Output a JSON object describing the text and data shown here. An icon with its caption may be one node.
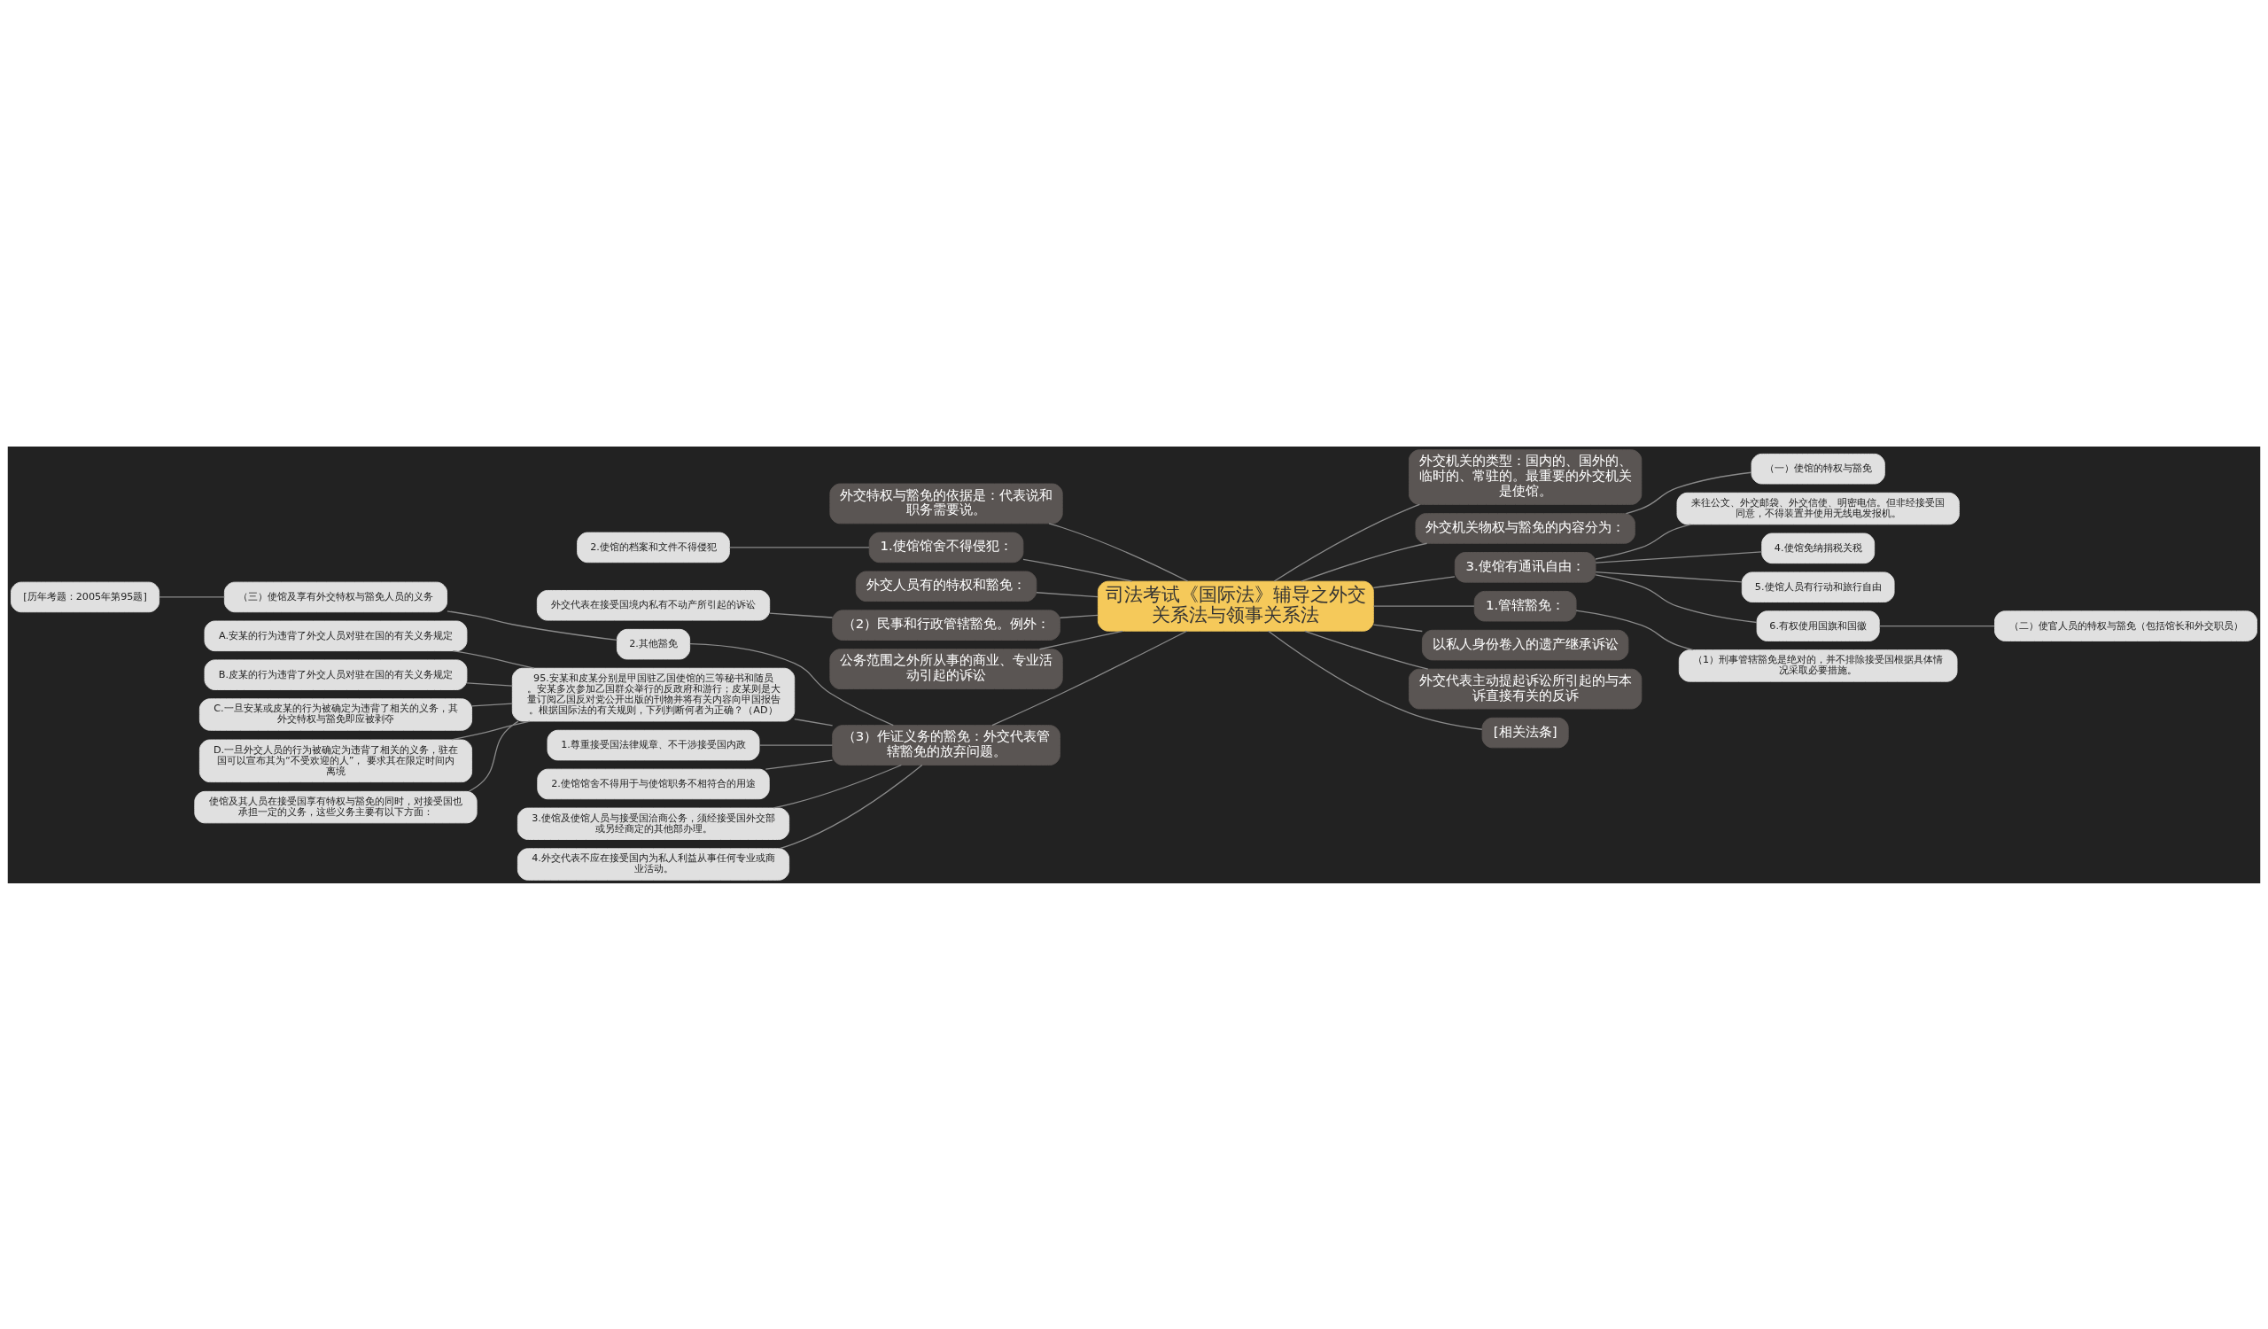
{
  "diagram": {
    "nodes": [
      {
        "text": [
          "司法考试《国际法》辅导之外交关系法与领事关系法"
        ]
      },
      {
        "text": [
          "外交特权与豁免的依据是：代表说和职务需要说。"
        ]
      },
      {
        "text": [
          "1.使馆馆舍不得侵犯："
        ]
      },
      {
        "text": [
          "2.使馆的档案和文件不得侵犯"
        ]
      },
      {
        "text": [
          "外交人员有的特权和豁免："
        ]
      },
      {
        "text": [
          "（2）民事和行政管辖豁免。例外："
        ]
      },
      {
        "text": [
          "外交代表在接受国境内私有不动产所引起的诉讼"
        ]
      },
      {
        "text": [
          "公务范围之外所从事的商业、专业活动引起的诉讼"
        ]
      },
      {
        "text": [
          "（3）作证义务的豁免：外交代表管辖豁免的放弃问题。"
        ]
      },
      {
        "text": [
          "2.其他豁免"
        ]
      },
      {
        "text": [
          "（三）使馆及享有外交特权与豁免人员的义务"
        ]
      },
      {
        "text": [
          "[历年考题：2005年第95题]"
        ]
      },
      {
        "text": [
          "95.安某和皮某分别是甲国驻乙国使馆的三等秘书和随员。安某多次参加乙国群众举行的反政府和游行；皮某则是大量订阅乙国反对党公开出版的刊物并将有关内容向甲国报告。根据国际法的有关规则，下列判断何者为正确？（AD）"
        ]
      },
      {
        "text": [
          "A.安某的行为违背了外交人员对驻在国的有关义务规定"
        ]
      },
      {
        "text": [
          "B.皮某的行为违背了外交人员对驻在国的有关义务规定"
        ]
      },
      {
        "text": [
          "C.一旦安某或皮某的行为被确定为违背了相关的义务，其外交特权与豁免即应被剥夺"
        ]
      },
      {
        "text": [
          "D.一旦外交人员的行为被确定为违背了相关的义务，驻在国可以宣布其为“不受欢迎的人”， 要求其在限定时间内离境"
        ]
      },
      {
        "text": [
          "使馆及其人员在接受国享有特权与豁免的同时，对接受国也承担一定的义务，这些义务主要有以下方面："
        ]
      },
      {
        "text": [
          "1.尊重接受国法律规章、不干涉接受国内政"
        ]
      },
      {
        "text": [
          "2.使馆馆舍不得用于与使馆职务不相符合的用途"
        ]
      },
      {
        "text": [
          "3.使馆及使馆人员与接受国洽商公务，须经接受国外交部或另经商定的其他部办理。"
        ]
      },
      {
        "text": [
          "4.外交代表不应在接受国内为私人利益从事任何专业或商业活动。"
        ]
      },
      {
        "text": [
          "外交机关的类型：国内的、国外的、临时的、常驻的。最重要的外交机关是使馆。"
        ]
      },
      {
        "text": [
          "外交机关物权与豁免的内容分为："
        ]
      },
      {
        "text": [
          "（一）使馆的特权与豁免"
        ]
      },
      {
        "text": [
          "3.使馆有通讯自由："
        ]
      },
      {
        "text": [
          "来往公文、外交邮袋、外交信使、明密电信。但非经接受国同意，不得装置并使用无线电发报机。"
        ]
      },
      {
        "text": [
          "4.使馆免纳捐税关税"
        ]
      },
      {
        "text": [
          "5.使馆人员有行动和旅行自由"
        ]
      },
      {
        "text": [
          "6.有权使用国旗和国徽"
        ]
      },
      {
        "text": [
          "（二）使官人员的特权与豁免（包括馆长和外交职员）"
        ]
      },
      {
        "text": [
          "1.管辖豁免："
        ]
      },
      {
        "text": [
          "（1）刑事管辖豁免是绝对的，并不排除接受国根据具体情况采取必要措施。"
        ]
      },
      {
        "text": [
          "以私人身份卷入的遗产继承诉讼"
        ]
      },
      {
        "text": [
          "外交代表主动提起诉讼所引起的与本诉直接有关的反诉"
        ]
      },
      {
        "text": [
          "[相关法条]"
        ]
      }
    ],
    "edges": [
      {
        "from": 0,
        "to": 1,
        "arrow": "none"
      },
      {
        "from": 0,
        "to": 2,
        "arrow": "none"
      },
      {
        "from": 2,
        "to": 3,
        "arrow": "none"
      },
      {
        "from": 0,
        "to": 4,
        "arrow": "none"
      },
      {
        "from": 0,
        "to": 5,
        "arrow": "none"
      },
      {
        "from": 5,
        "to": 6,
        "arrow": "none"
      },
      {
        "from": 0,
        "to": 7,
        "arrow": "none"
      },
      {
        "from": 0,
        "to": 8,
        "arrow": "none"
      },
      {
        "from": 8,
        "to": 9,
        "arrow": "none"
      },
      {
        "from": 9,
        "to": 10,
        "arrow": "none"
      },
      {
        "from": 10,
        "to": 11,
        "arrow": "none"
      },
      {
        "from": 8,
        "to": 12,
        "arrow": "none"
      },
      {
        "from": 12,
        "to": 13,
        "arrow": "none"
      },
      {
        "from": 12,
        "to": 14,
        "arrow": "none"
      },
      {
        "from": 12,
        "to": 15,
        "arrow": "none"
      },
      {
        "from": 12,
        "to": 16,
        "arrow": "none"
      },
      {
        "from": 12,
        "to": 17,
        "arrow": "none"
      },
      {
        "from": 8,
        "to": 18,
        "arrow": "none"
      },
      {
        "from": 8,
        "to": 19,
        "arrow": "none"
      },
      {
        "from": 8,
        "to": 20,
        "arrow": "none"
      },
      {
        "from": 8,
        "to": 21,
        "arrow": "none"
      },
      {
        "from": 0,
        "to": 22,
        "arrow": "none"
      },
      {
        "from": 0,
        "to": 23,
        "arrow": "none"
      },
      {
        "from": 23,
        "to": 24,
        "arrow": "none"
      },
      {
        "from": 0,
        "to": 25,
        "arrow": "none"
      },
      {
        "from": 25,
        "to": 26,
        "arrow": "none"
      },
      {
        "from": 25,
        "to": 27,
        "arrow": "none"
      },
      {
        "from": 25,
        "to": 28,
        "arrow": "none"
      },
      {
        "from": 25,
        "to": 29,
        "arrow": "none"
      },
      {
        "from": 29,
        "to": 30,
        "arrow": "none"
      },
      {
        "from": 0,
        "to": 31,
        "arrow": "none"
      },
      {
        "from": 31,
        "to": 32,
        "arrow": "none"
      },
      {
        "from": 0,
        "to": 33,
        "arrow": "none"
      },
      {
        "from": 0,
        "to": 34,
        "arrow": "none"
      },
      {
        "from": 0,
        "to": 35,
        "arrow": "none"
      }
    ]
  }
}
